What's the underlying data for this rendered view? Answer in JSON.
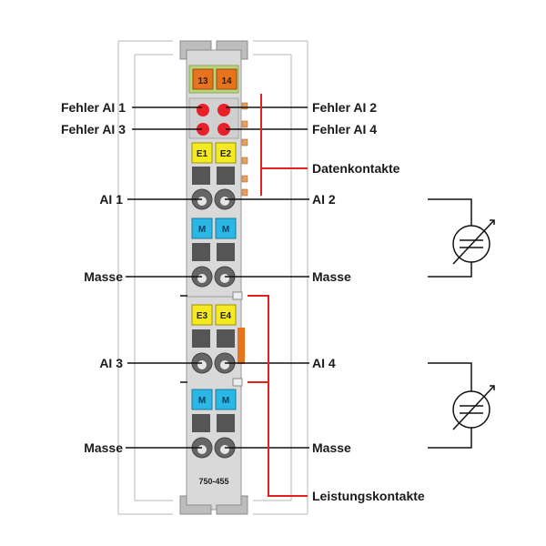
{
  "module": {
    "model": "750-455",
    "terminal_top": [
      "13",
      "14"
    ],
    "channel_slots_top": [
      "E1",
      "E2"
    ],
    "channel_slots_bottom": [
      "E3",
      "E4"
    ],
    "ground_marks": [
      "M",
      "M",
      "M",
      "M"
    ]
  },
  "labels": {
    "fehler_ai1": "Fehler AI 1",
    "fehler_ai2": "Fehler AI 2",
    "fehler_ai3": "Fehler AI 3",
    "fehler_ai4": "Fehler AI 4",
    "datenkontakte": "Datenkontakte",
    "ai1": "AI 1",
    "ai2": "AI 2",
    "ai3": "AI 3",
    "ai4": "AI 4",
    "masse_left_1": "Masse",
    "masse_right_1": "Masse",
    "masse_left_2": "Masse",
    "masse_right_2": "Masse",
    "leistungskontakte": "Leistungskontakte"
  },
  "colors": {
    "orange": "#e8731e",
    "yellow": "#f5ea22",
    "cyan": "#2bb7e6",
    "red": "#e1201f",
    "led_red": "#e8202a",
    "green": "#b7d67b",
    "body": "#d8d8d8",
    "rail": "#c2c2c2"
  },
  "icons": [
    "sensor-symbol-icon",
    "sensor-symbol-icon"
  ]
}
